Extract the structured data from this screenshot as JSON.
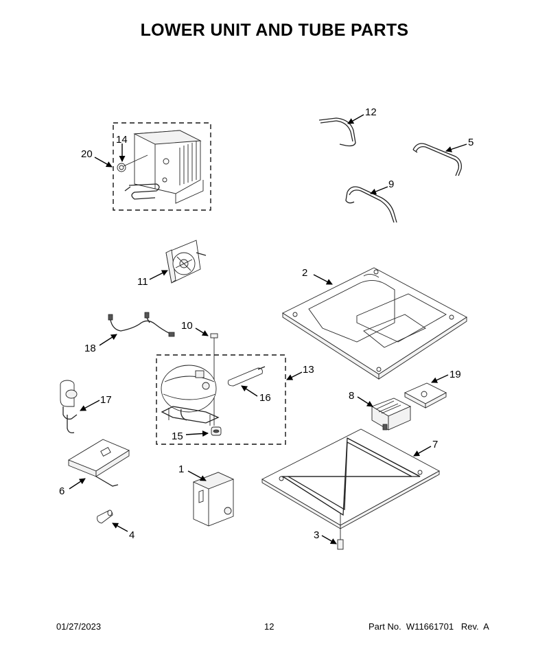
{
  "title": "LOWER UNIT AND TUBE PARTS",
  "callouts": {
    "c1": "1",
    "c2": "2",
    "c3": "3",
    "c4": "4",
    "c5": "5",
    "c6": "6",
    "c7": "7",
    "c8": "8",
    "c9": "9",
    "c10": "10",
    "c11": "11",
    "c12": "12",
    "c13": "13",
    "c14": "14",
    "c15": "15",
    "c16": "16",
    "c17": "17",
    "c18": "18",
    "c19": "19",
    "c20": "20"
  },
  "footer": {
    "date": "01/27/2023",
    "page": "12",
    "part_number": "Part No.  W11661701   Rev.  A"
  }
}
